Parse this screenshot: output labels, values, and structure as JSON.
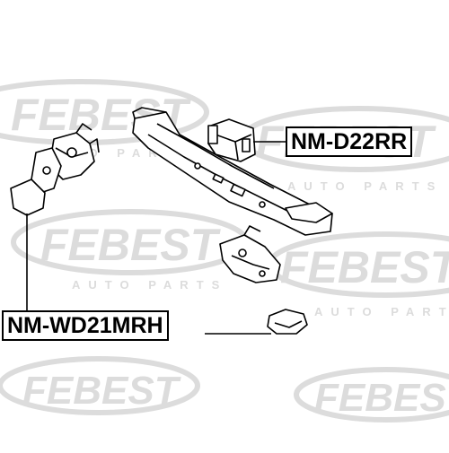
{
  "watermark": {
    "brand": "FEBEST",
    "tagline": "AUTO PARTS"
  },
  "parts": [
    {
      "id": "NM-D22RR"
    },
    {
      "id": "NM-WD21MRH"
    }
  ],
  "colors": {
    "watermark": "#dcdcdc",
    "line": "#000000",
    "background": "#ffffff"
  }
}
